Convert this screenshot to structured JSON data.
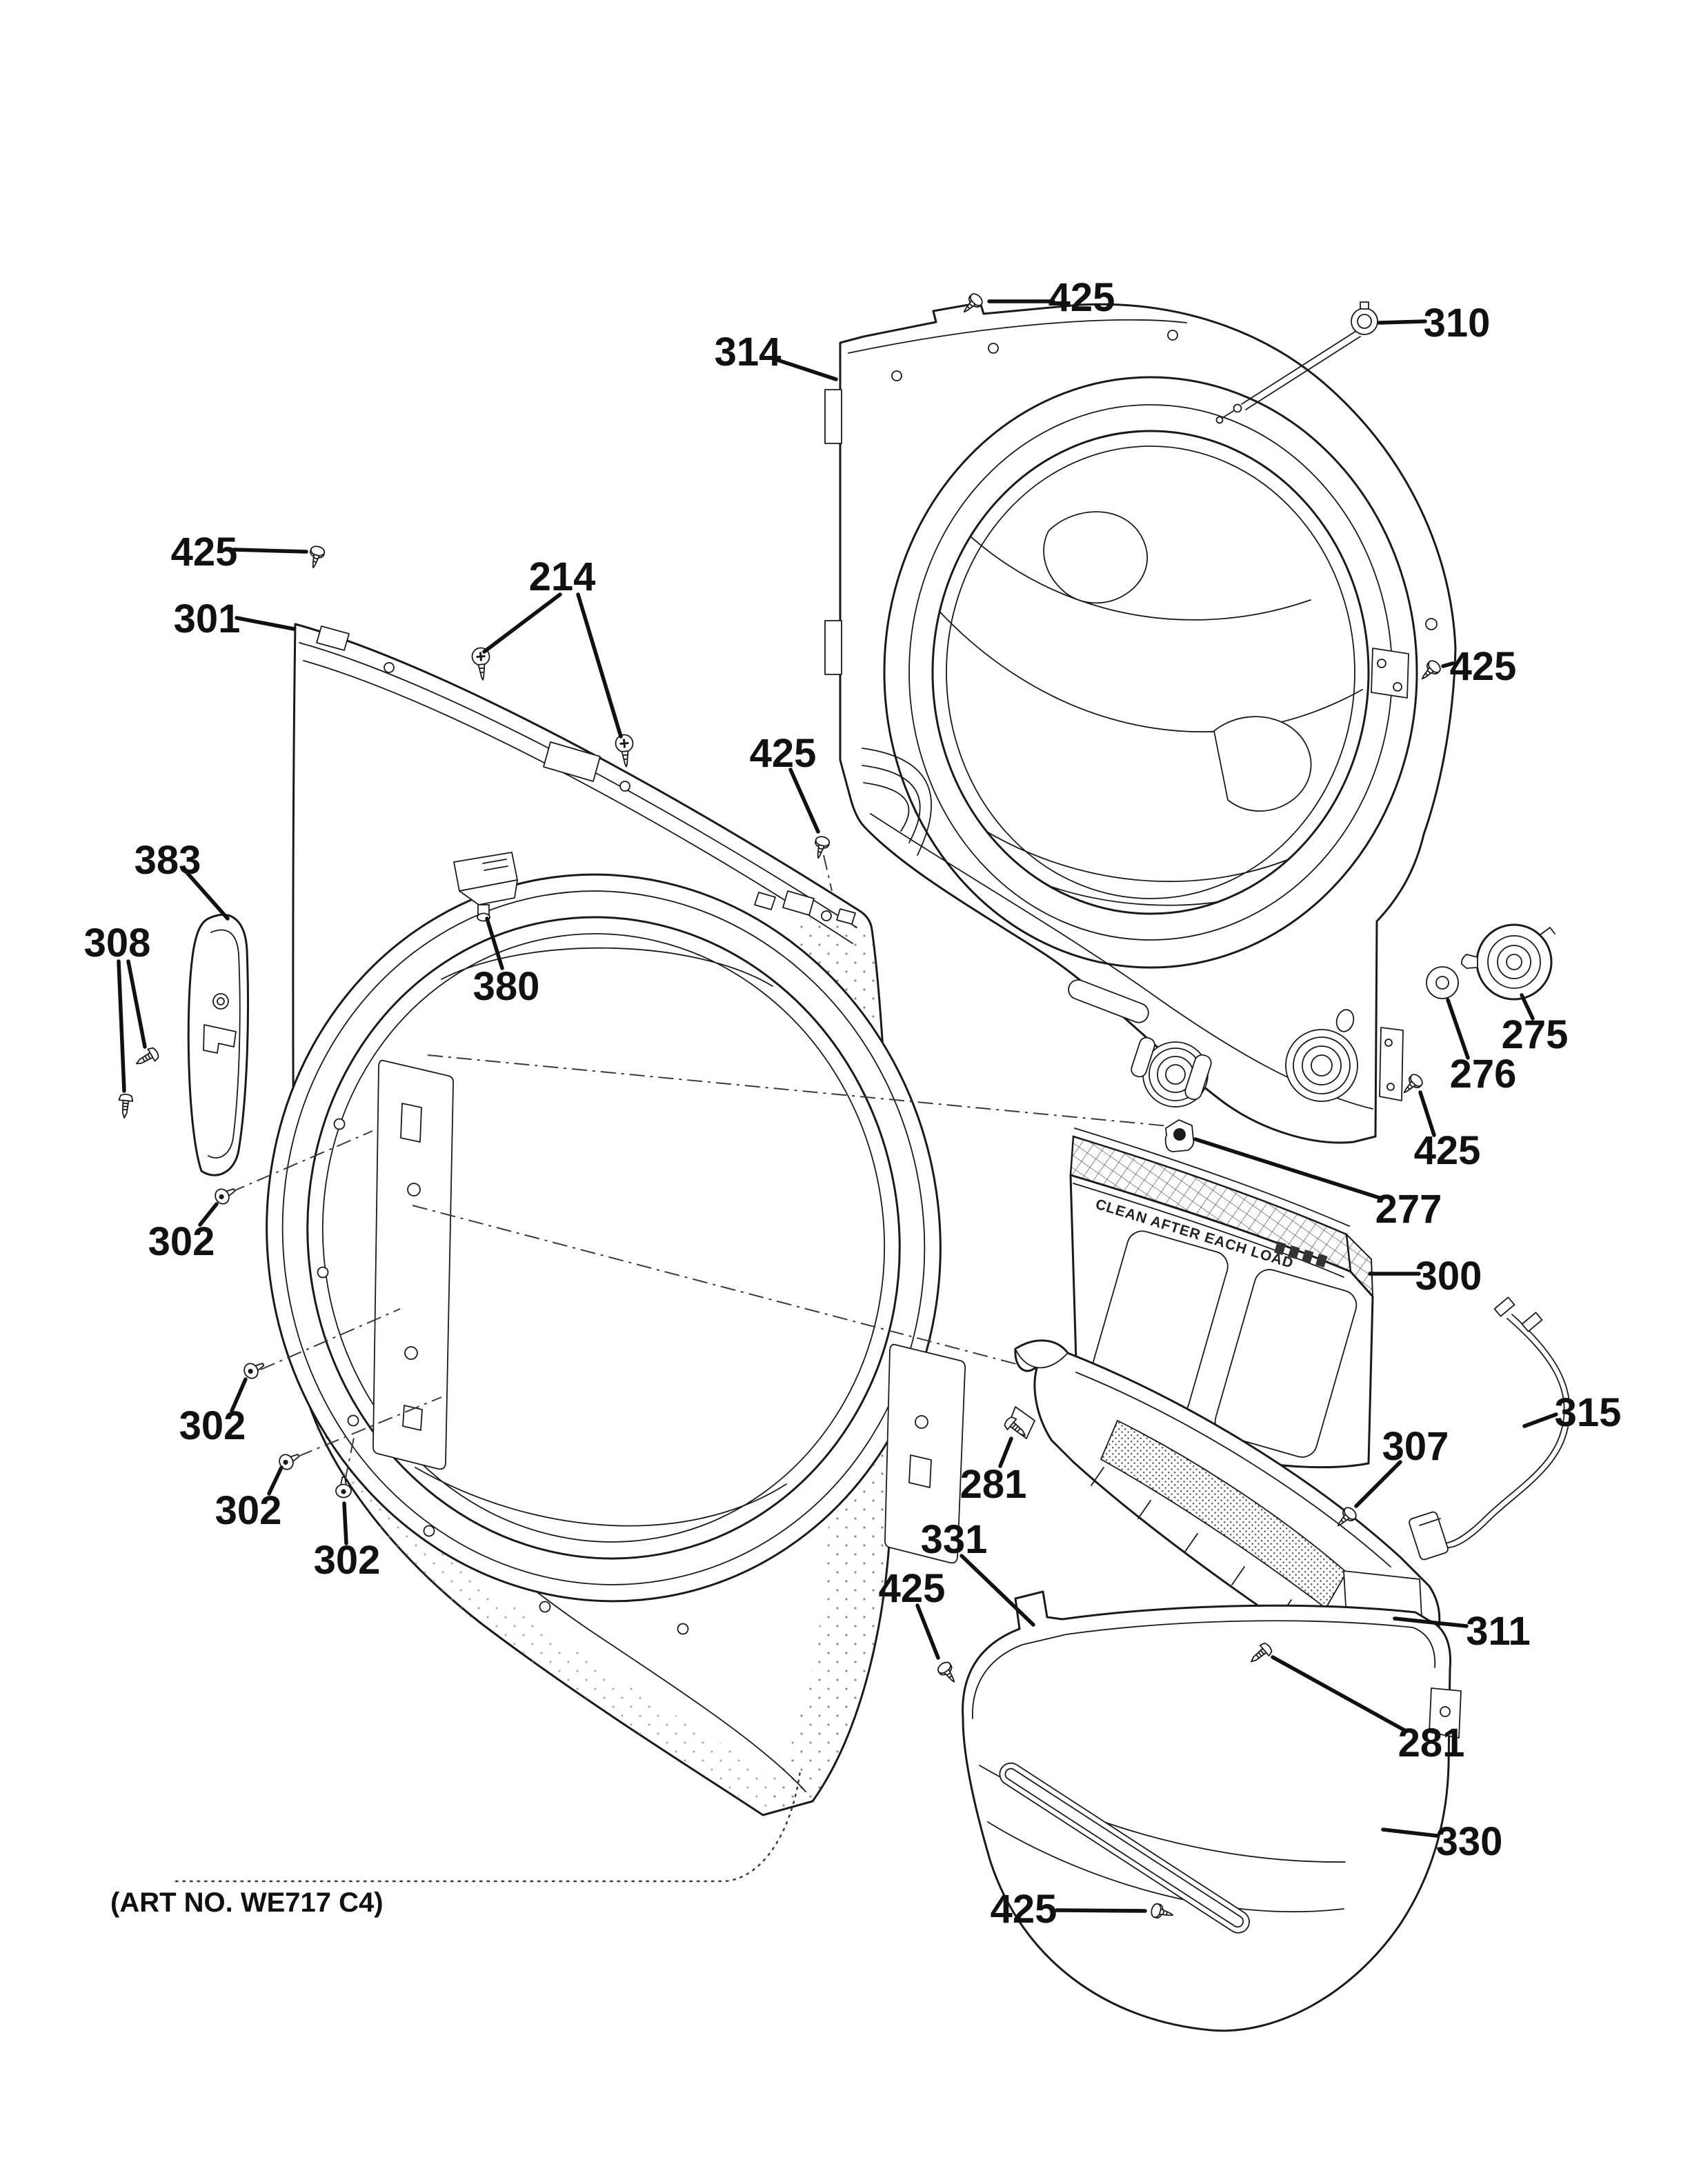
{
  "diagram": {
    "art_no": "(ART NO. WE717 C4)",
    "filter_text": "CLEAN AFTER EACH LOAD",
    "ink_color": "#111111",
    "background_color": "#ffffff",
    "callouts": [
      {
        "label": "425"
      },
      {
        "label": "310"
      },
      {
        "label": "314"
      },
      {
        "label": "425"
      },
      {
        "label": "425"
      },
      {
        "label": "301"
      },
      {
        "label": "214"
      },
      {
        "label": "425"
      },
      {
        "label": "383"
      },
      {
        "label": "308"
      },
      {
        "label": "380"
      },
      {
        "label": "302"
      },
      {
        "label": "302"
      },
      {
        "label": "302"
      },
      {
        "label": "302"
      },
      {
        "label": "275"
      },
      {
        "label": "276"
      },
      {
        "label": "425"
      },
      {
        "label": "277"
      },
      {
        "label": "300"
      },
      {
        "label": "315"
      },
      {
        "label": "307"
      },
      {
        "label": "281"
      },
      {
        "label": "331"
      },
      {
        "label": "425"
      },
      {
        "label": "311"
      },
      {
        "label": "281"
      },
      {
        "label": "330"
      },
      {
        "label": "425"
      }
    ]
  }
}
